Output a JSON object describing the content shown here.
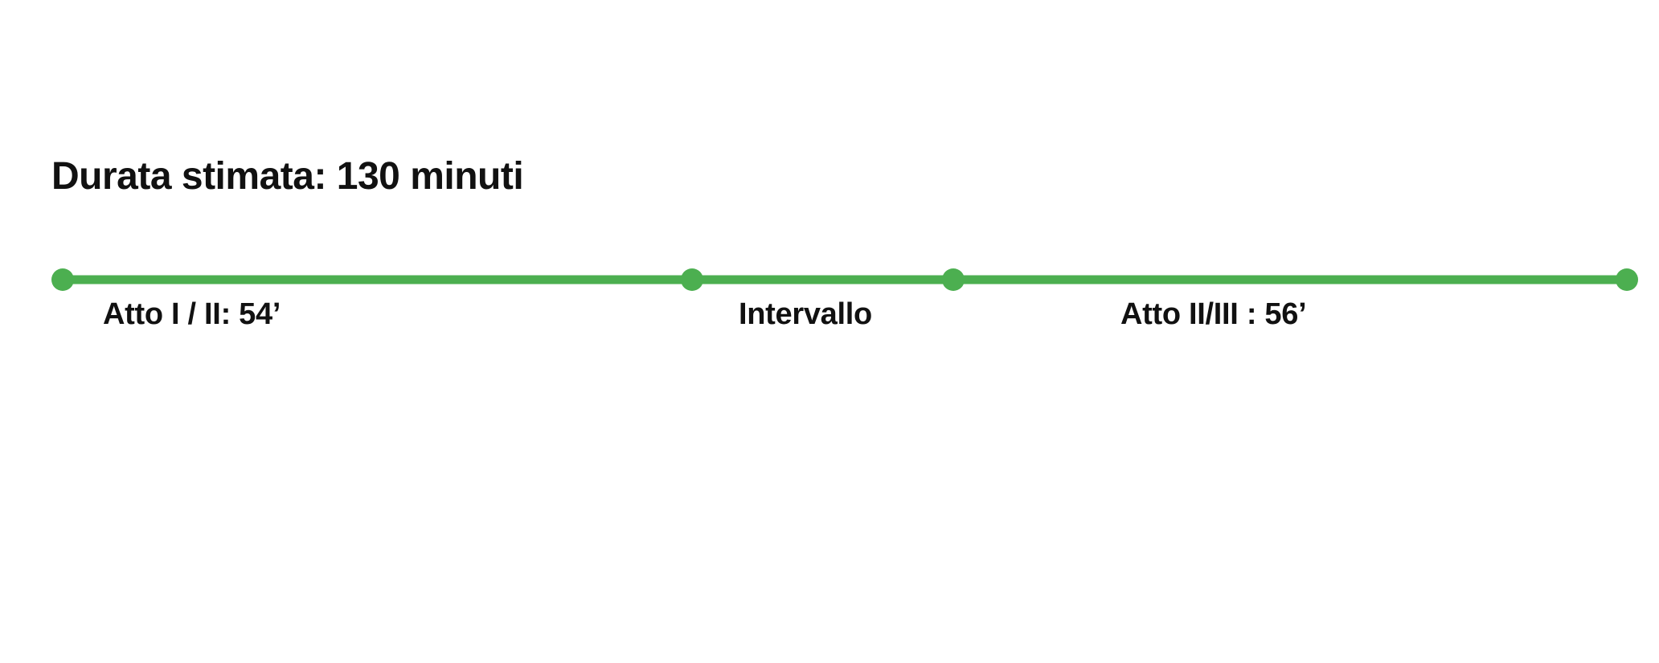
{
  "title": "Durata stimata: 130 minuti",
  "colors": {
    "line": "#4caf50",
    "text": "#111111",
    "background": "#ffffff"
  },
  "segments": [
    {
      "label": "Atto I / II: 54’"
    },
    {
      "label": "Intervallo"
    },
    {
      "label": "Atto II/III : 56’"
    }
  ]
}
